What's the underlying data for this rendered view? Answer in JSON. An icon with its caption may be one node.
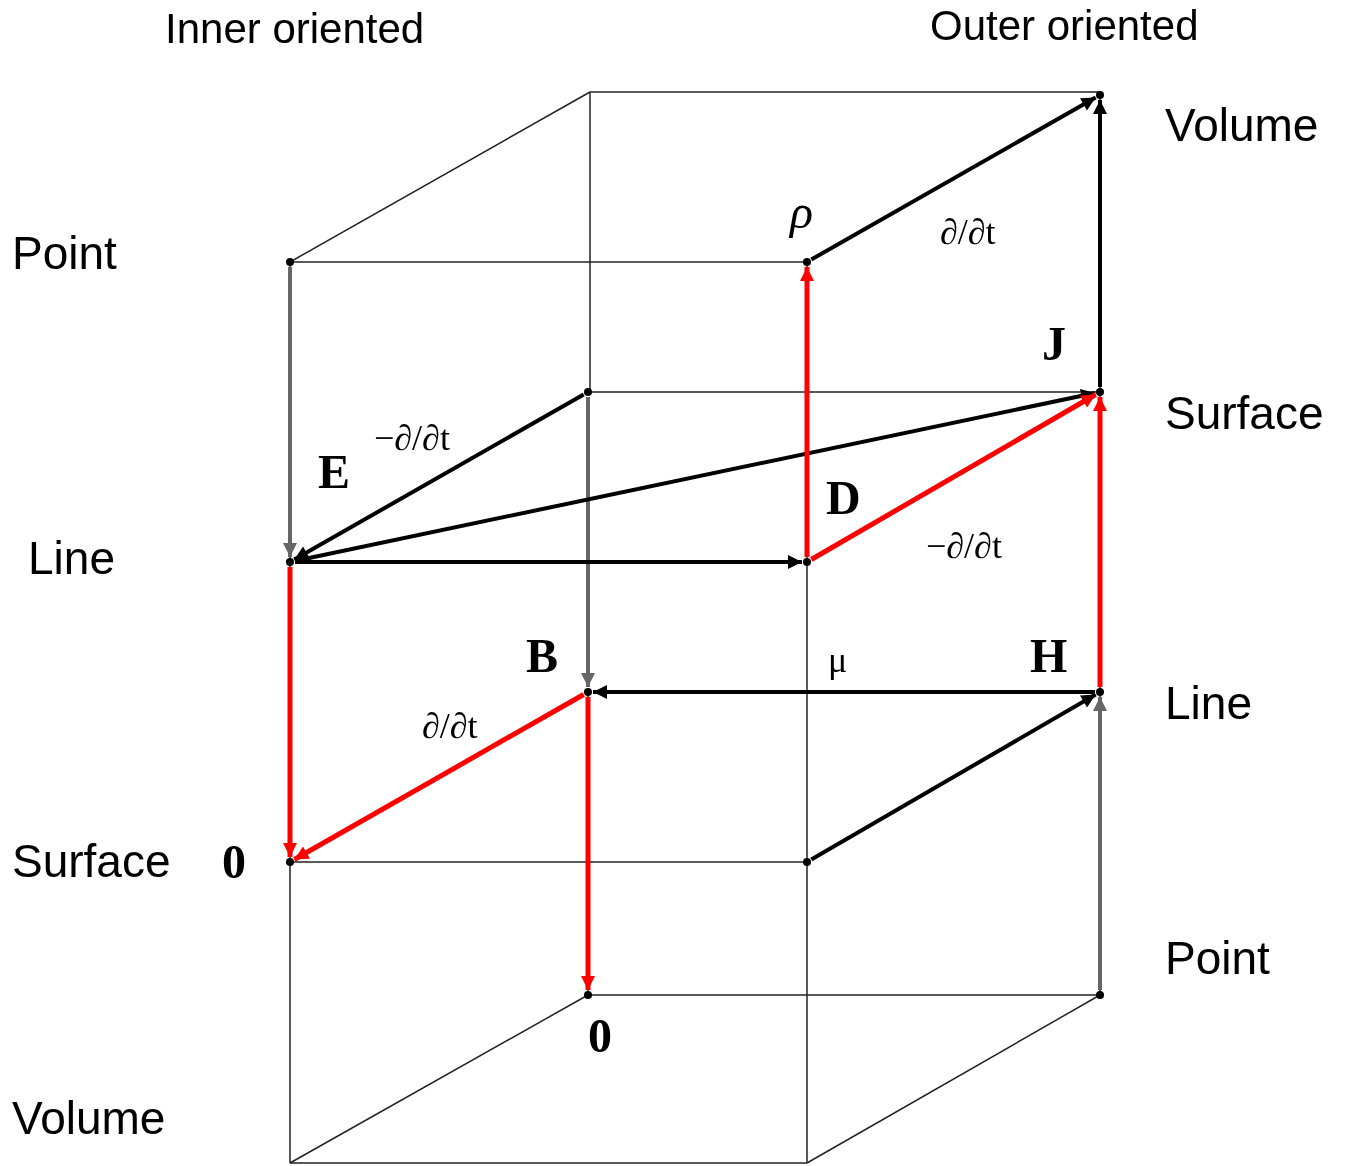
{
  "diagram": {
    "nodes": [
      {
        "text": [],
        "shape": "point"
      },
      {
        "text": [],
        "shape": "point"
      },
      {
        "text": [],
        "shape": "point",
        "beside": [
          "E"
        ]
      },
      {
        "text": [],
        "shape": "point",
        "beside": [
          "ρ"
        ]
      },
      {
        "text": [],
        "shape": "point"
      },
      {
        "text": [],
        "shape": "point",
        "beside": [
          "J"
        ]
      },
      {
        "text": [],
        "shape": "point",
        "beside": [
          "D"
        ]
      },
      {
        "text": [],
        "shape": "point",
        "beside": [
          "B"
        ]
      },
      {
        "text": [],
        "shape": "point",
        "beside": [
          "H"
        ]
      },
      {
        "text": [],
        "shape": "point",
        "beside": [
          "0"
        ]
      },
      {
        "text": [],
        "shape": "point",
        "beside": [
          "0"
        ]
      },
      {
        "text": [],
        "shape": "point"
      },
      {
        "text": [],
        "shape": "point"
      }
    ],
    "edges": [
      {
        "from": 0,
        "to": 2,
        "arrow": "to",
        "color": "#666666"
      },
      {
        "from": 1,
        "to": 7,
        "arrow": "to",
        "color": "#666666"
      },
      {
        "from": 1,
        "to": 2,
        "arrow": "to",
        "label": "−∂/∂t"
      },
      {
        "from": 2,
        "to": 6,
        "arrow": "to"
      },
      {
        "from": 2,
        "to": 5,
        "arrow": "to"
      },
      {
        "from": 6,
        "to": 3,
        "arrow": "to",
        "color": "#ff0000"
      },
      {
        "from": 6,
        "to": 5,
        "arrow": "to",
        "color": "#ff0000",
        "label": "−∂/∂t"
      },
      {
        "from": 3,
        "to": 4,
        "arrow": "to",
        "label": "∂/∂t"
      },
      {
        "from": 5,
        "to": 4,
        "arrow": "to"
      },
      {
        "from": 8,
        "to": 5,
        "arrow": "to",
        "color": "#ff0000"
      },
      {
        "from": 8,
        "to": 7,
        "arrow": "to",
        "label": "μ"
      },
      {
        "from": 7,
        "to": 9,
        "arrow": "to",
        "color": "#ff0000",
        "label": "∂/∂t"
      },
      {
        "from": 2,
        "to": 9,
        "arrow": "to",
        "color": "#ff0000"
      },
      {
        "from": 7,
        "to": 10,
        "arrow": "to",
        "color": "#ff0000"
      },
      {
        "from": 11,
        "to": 8,
        "arrow": "to"
      },
      {
        "from": 12,
        "to": 8,
        "arrow": "to",
        "color": "#666666"
      }
    ],
    "labels": [
      "Inner oriented",
      "Outer oriented",
      "Volume",
      "Point",
      "Surface",
      "Line",
      "Line",
      "Surface",
      "Point",
      "Volume"
    ]
  }
}
